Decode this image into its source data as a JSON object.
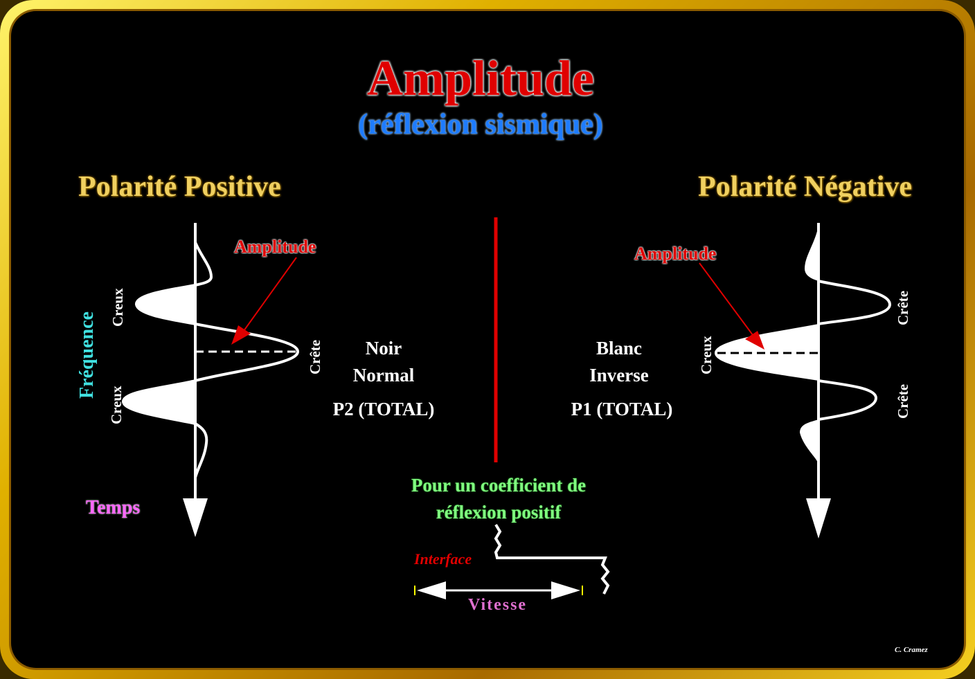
{
  "title": "Amplitude",
  "subtitle": "(réflexion sismique)",
  "left": {
    "heading": "Polarité Positive",
    "amplitude_label": "Amplitude",
    "axis_label": "Fréquence",
    "time_label": "Temps",
    "peak_labels": {
      "creux_top": "Creux",
      "crete": "Crête",
      "creux_bottom": "Creux"
    },
    "lines": [
      "Noir",
      "Normal",
      "P2 (TOTAL)"
    ]
  },
  "right": {
    "heading": "Polarité Négative",
    "amplitude_label": "Amplitude",
    "peak_labels": {
      "crete_top": "Crête",
      "creux": "Creux",
      "crete_bottom": "Crête"
    },
    "lines": [
      "Blanc",
      "Inverse",
      "P1 (TOTAL)"
    ]
  },
  "bottom": {
    "line1": "Pour un coefficient de",
    "line2": "réflexion positif",
    "interface": "Interface",
    "vitesse": "Vitesse"
  },
  "credit": "C. Cramez",
  "colors": {
    "title": "#e00000",
    "subtitle": "#1e7cff",
    "heading": "#f0d060",
    "divider": "#e00000",
    "frequence": "#40e0e0",
    "temps": "#ff66ff",
    "green": "#80ff80",
    "vitesse": "#e070d0"
  }
}
